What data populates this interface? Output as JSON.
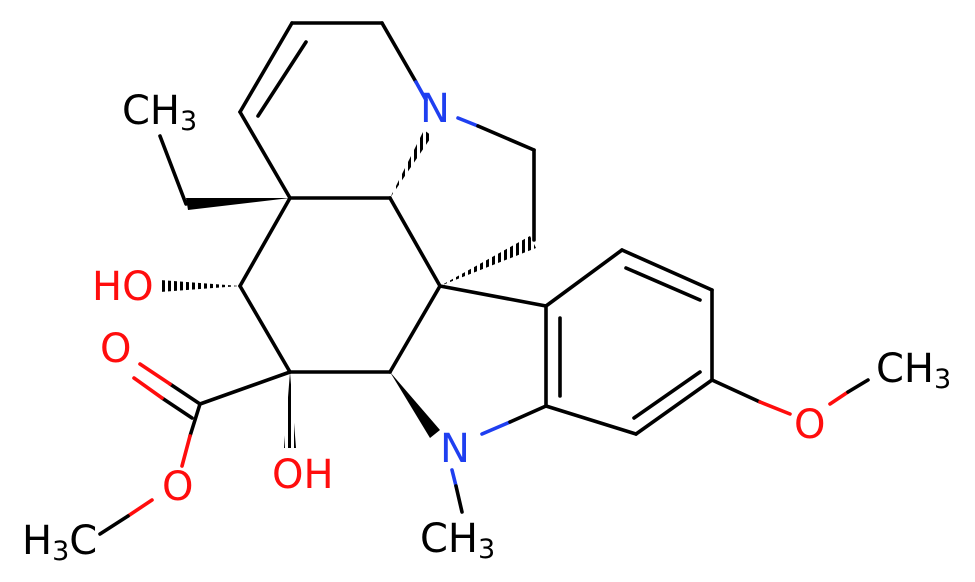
{
  "molecule": {
    "atoms": {
      "n_top": "N",
      "n_bottom": "N",
      "oh_left": "HO",
      "oh_bottom": "OH",
      "carbonyl_o": "O",
      "ester_o": "O",
      "methoxy_o": "O"
    },
    "groups": {
      "ethyl_ch3": {
        "main": "CH",
        "sub": "3"
      },
      "n_methyl": {
        "main": "CH",
        "sub": "3"
      },
      "methoxy_ch3": {
        "main": "CH",
        "sub": "3"
      },
      "ester_h3c": {
        "h": "H",
        "sub": "3",
        "c": "C"
      }
    },
    "colors": {
      "carbon": "#000000",
      "nitrogen": "#1f3ff0",
      "oxygen": "#ff0d0d"
    }
  }
}
